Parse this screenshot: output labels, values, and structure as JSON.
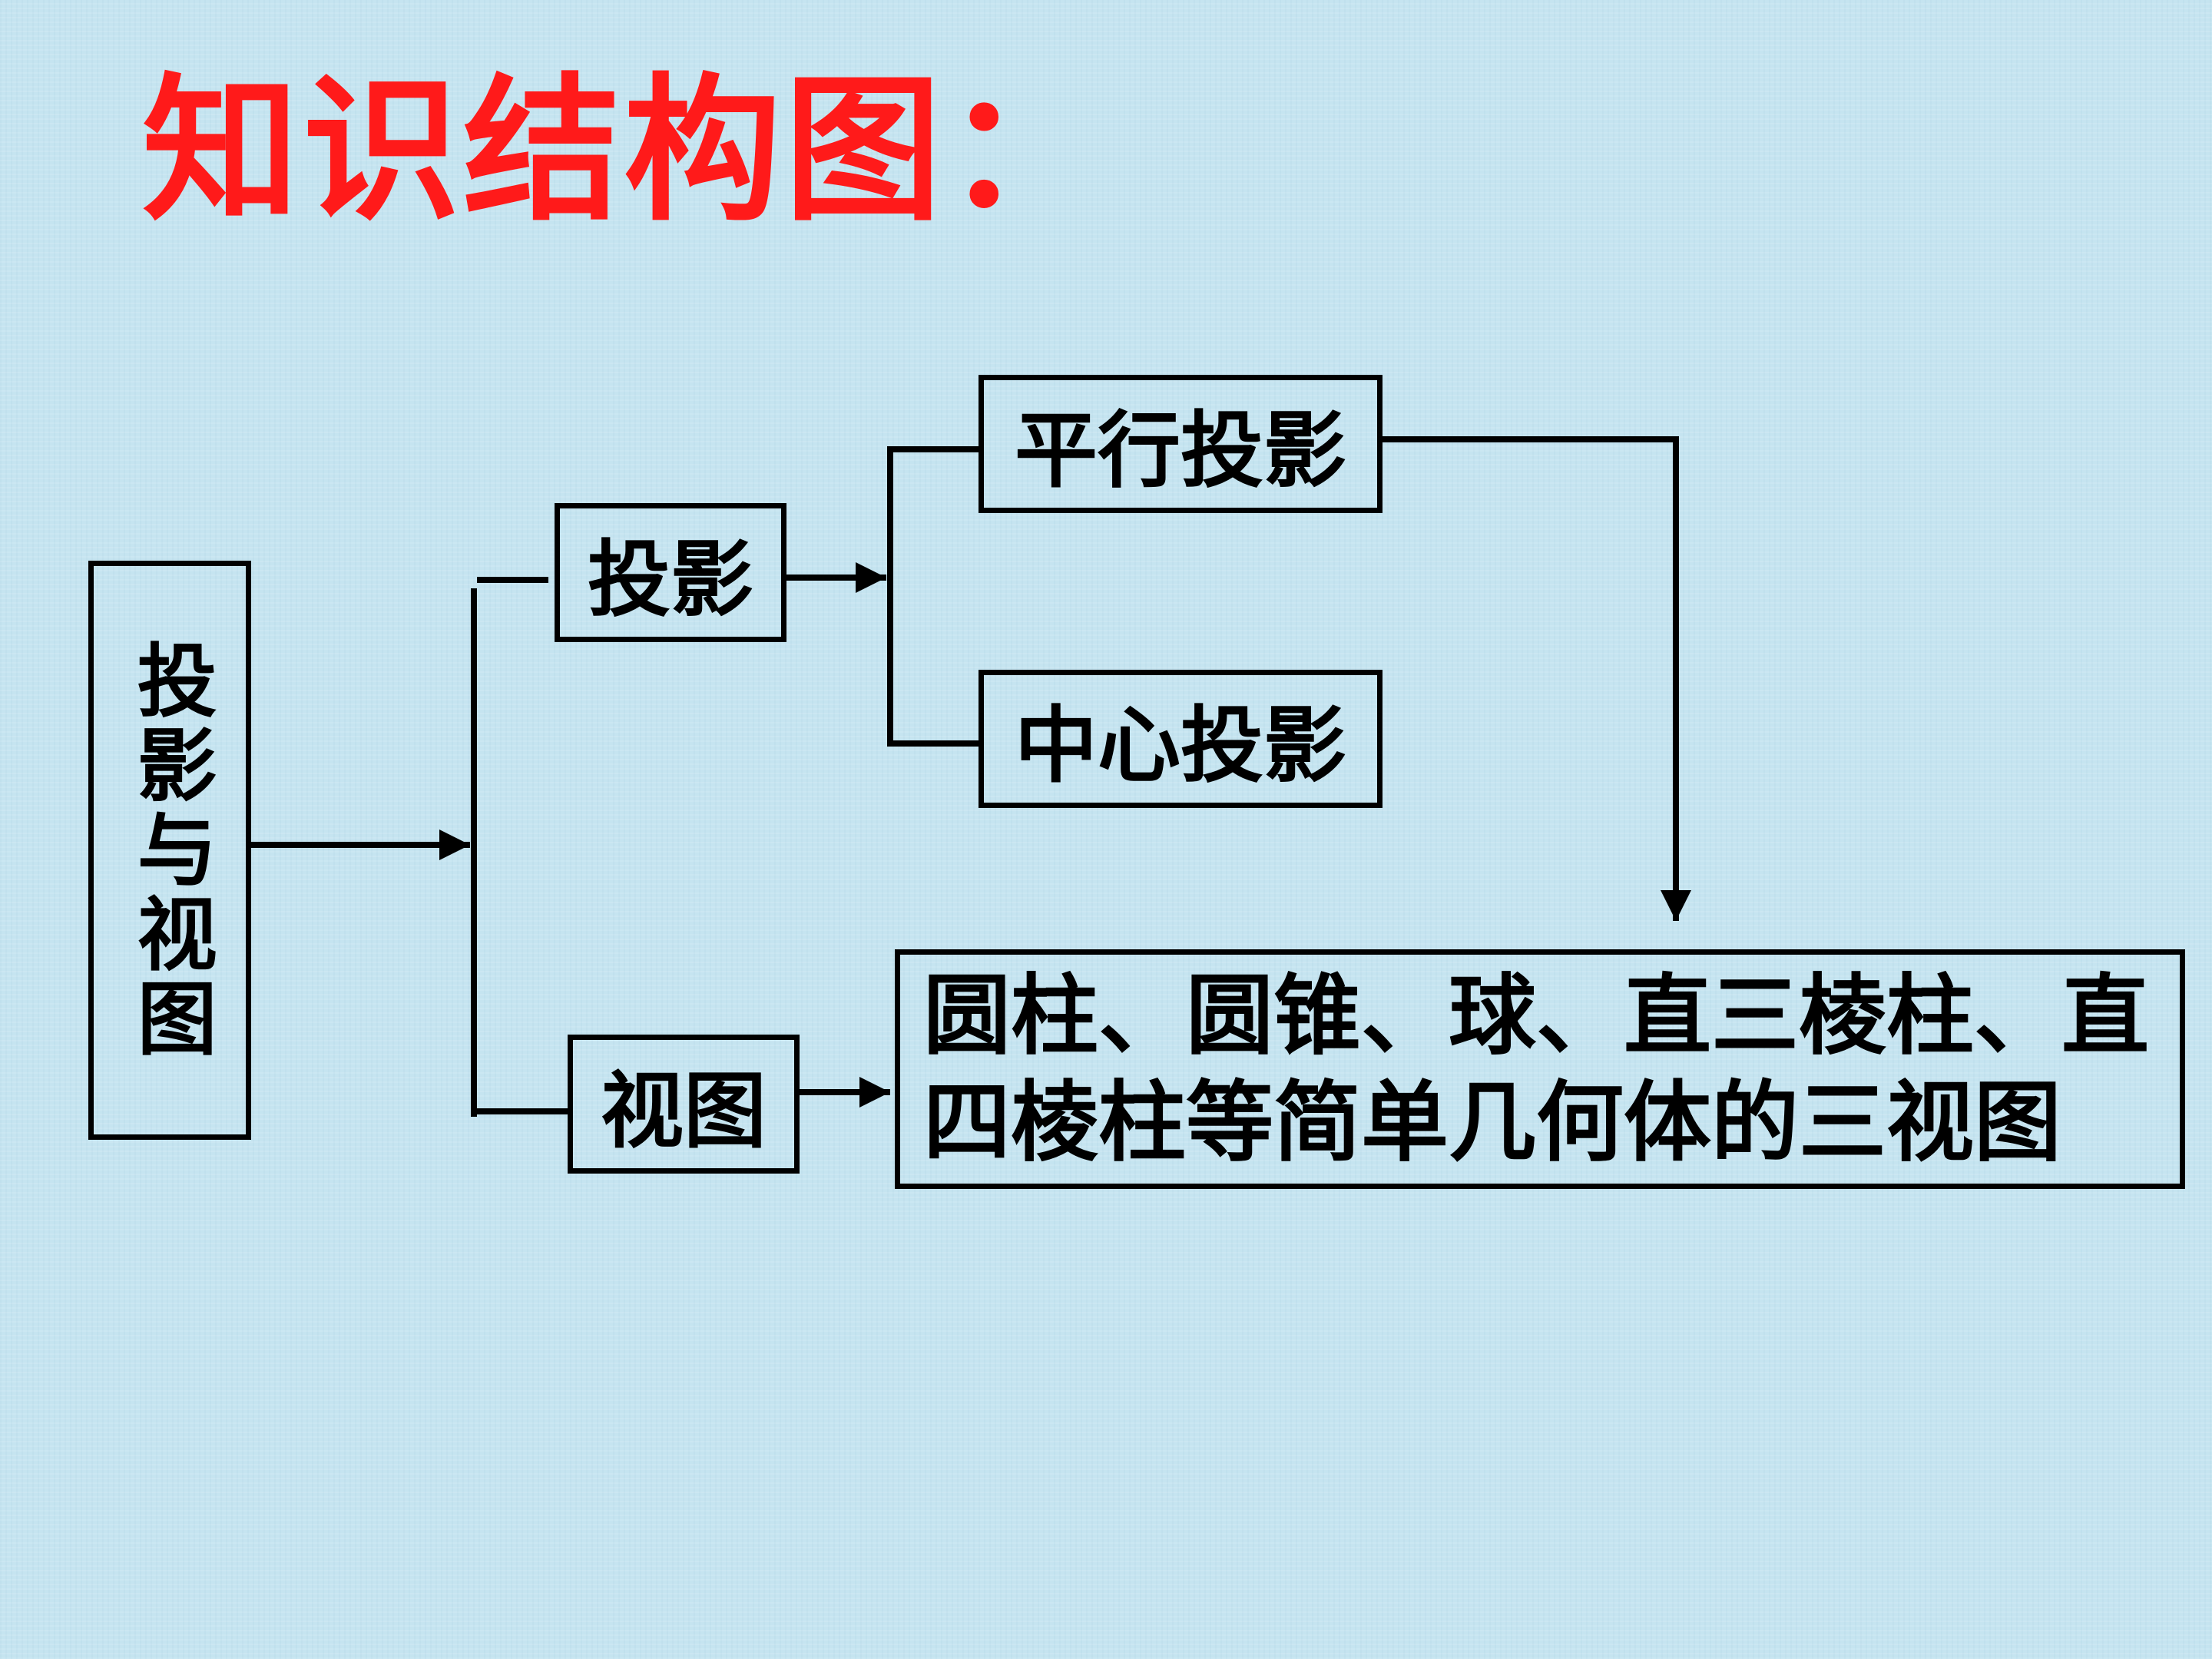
{
  "title": "知识结构图：",
  "nodes": {
    "root": "投影与视图",
    "projection": "投影",
    "view": "视图",
    "parallel_projection": "平行投影",
    "central_projection": "中心投影",
    "three_views": "圆柱、圆锥、球、直三棱柱、直四棱柱等简单几何体的三视图"
  },
  "colors": {
    "background": "#c5e4f0",
    "title": "#ff1a1a",
    "line": "#000000"
  }
}
